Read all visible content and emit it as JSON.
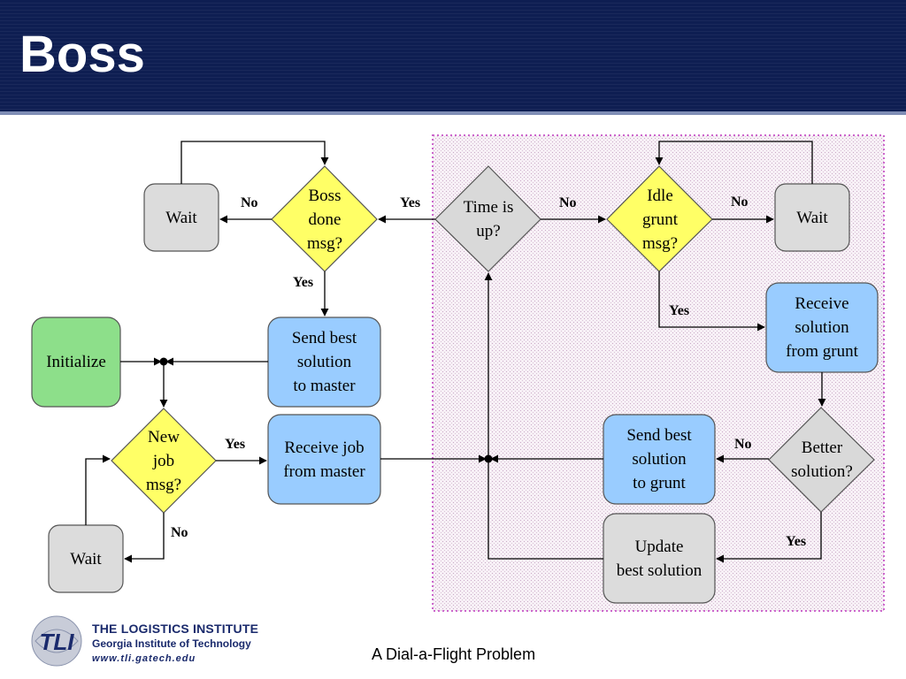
{
  "slide": {
    "title": "Boss",
    "footer": "A Dial-a-Flight Problem"
  },
  "logo": {
    "title": "THE LOGISTICS INSTITUTE",
    "subtitle": "Georgia Institute of Technology",
    "url": "www.tli.gatech.edu",
    "mark": "TLI"
  },
  "nodes": {
    "wait_left_top": "Wait",
    "boss_done": "Boss\ndone\nmsg?",
    "time_is_up": "Time is\nup?",
    "idle_grunt": "Idle\ngrunt\nmsg?",
    "wait_right": "Wait",
    "initialize": "Initialize",
    "send_best_master": "Send best\nsolution\nto master",
    "receive_solution_grunt": "Receive\nsolution\nfrom grunt",
    "new_job": "New\njob\nmsg?",
    "receive_job_master": "Receive job\nfrom master",
    "send_best_grunt": "Send best\nsolution\nto grunt",
    "better_solution": "Better\nsolution?",
    "wait_left_bottom": "Wait",
    "update_best": "Update\nbest solution"
  },
  "edge_labels": {
    "boss_no": "No",
    "boss_yes_in": "Yes",
    "boss_yes_down": "Yes",
    "time_no": "No",
    "idle_no": "No",
    "idle_yes": "Yes",
    "newjob_yes": "Yes",
    "newjob_no": "No",
    "better_no": "No",
    "better_yes": "Yes"
  },
  "colors": {
    "header": "#0e1e52",
    "gray_node": "#dcdcdc",
    "green_node": "#8ddf8a",
    "blue_node": "#99ccff",
    "yellow_diamond": "#ffff66",
    "gray_diamond": "#d9d9d9",
    "region_border": "#cc66cc"
  }
}
